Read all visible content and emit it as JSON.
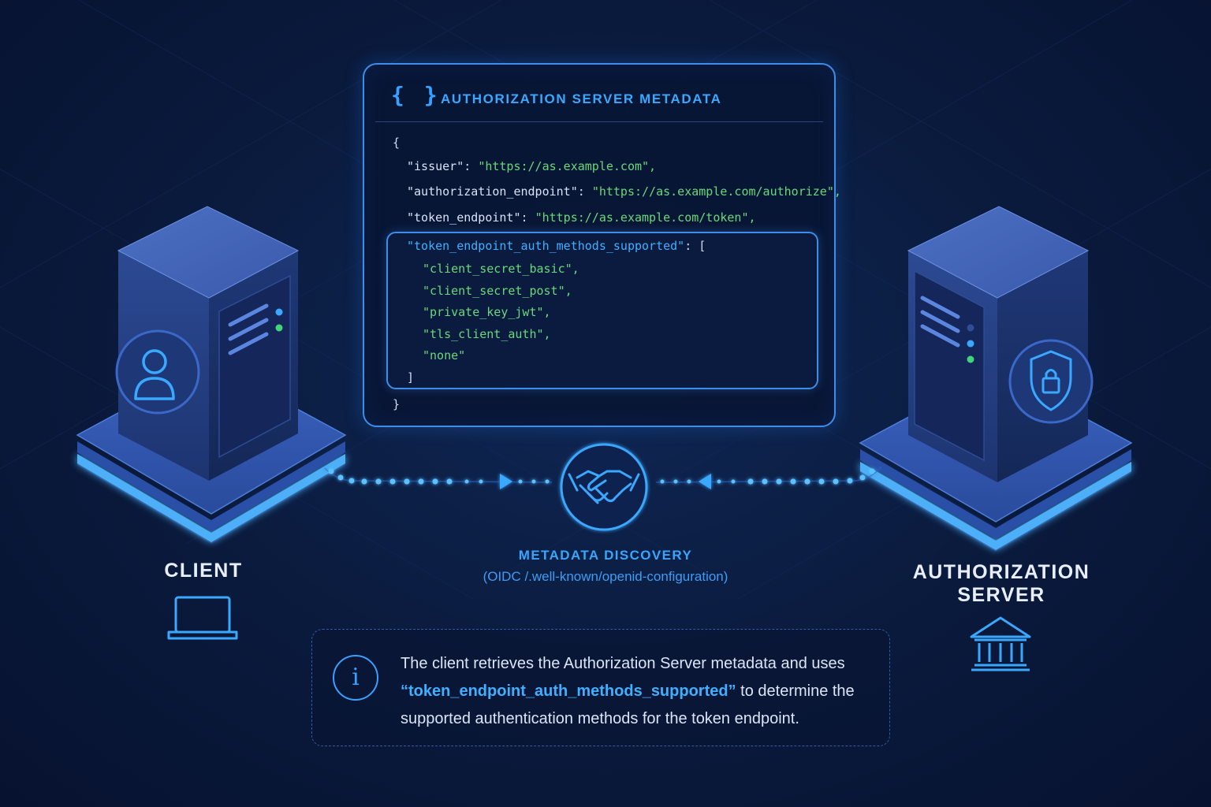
{
  "panel": {
    "braces": "{ }",
    "title": "AUTHORIZATION SERVER METADATA",
    "open_brace": "{",
    "close_brace": "}",
    "entries": [
      {
        "key": "\"issuer\"",
        "value": "\"https://as.example.com\","
      },
      {
        "key": "\"authorization_endpoint\"",
        "value": "\"https://as.example.com/authorize\","
      },
      {
        "key": "\"token_endpoint\"",
        "value": "\"https://as.example.com/token\","
      }
    ],
    "highlight_key": "\"token_endpoint_auth_methods_supported\"",
    "highlight_open": ": [",
    "methods": [
      "\"client_secret_basic\",",
      "\"client_secret_post\",",
      "\"private_key_jwt\",",
      "\"tls_client_auth\",",
      "\"none\""
    ],
    "highlight_close": "]"
  },
  "client": {
    "label": "CLIENT",
    "icon": "user-icon",
    "device_icon": "laptop-icon"
  },
  "server": {
    "label_line1": "AUTHORIZATION",
    "label_line2": "SERVER",
    "icon": "shield-lock-icon",
    "device_icon": "bank-icon"
  },
  "discovery": {
    "title": "METADATA DISCOVERY",
    "subtitle": "(OIDC /.well-known/openid-configuration)",
    "icon": "handshake-icon"
  },
  "info": {
    "icon": "info-icon",
    "text_before": "The client retrieves the Authorization Server metadata and uses ",
    "quote_open": "“",
    "highlight": "token_endpoint_auth_methods_supported",
    "quote_close": "”",
    "text_after": " to determine the supported authentication methods for the token endpoint."
  },
  "colors": {
    "accent": "#3aa8ff",
    "string_green": "#67d97a",
    "background": "#0a1a3c"
  }
}
